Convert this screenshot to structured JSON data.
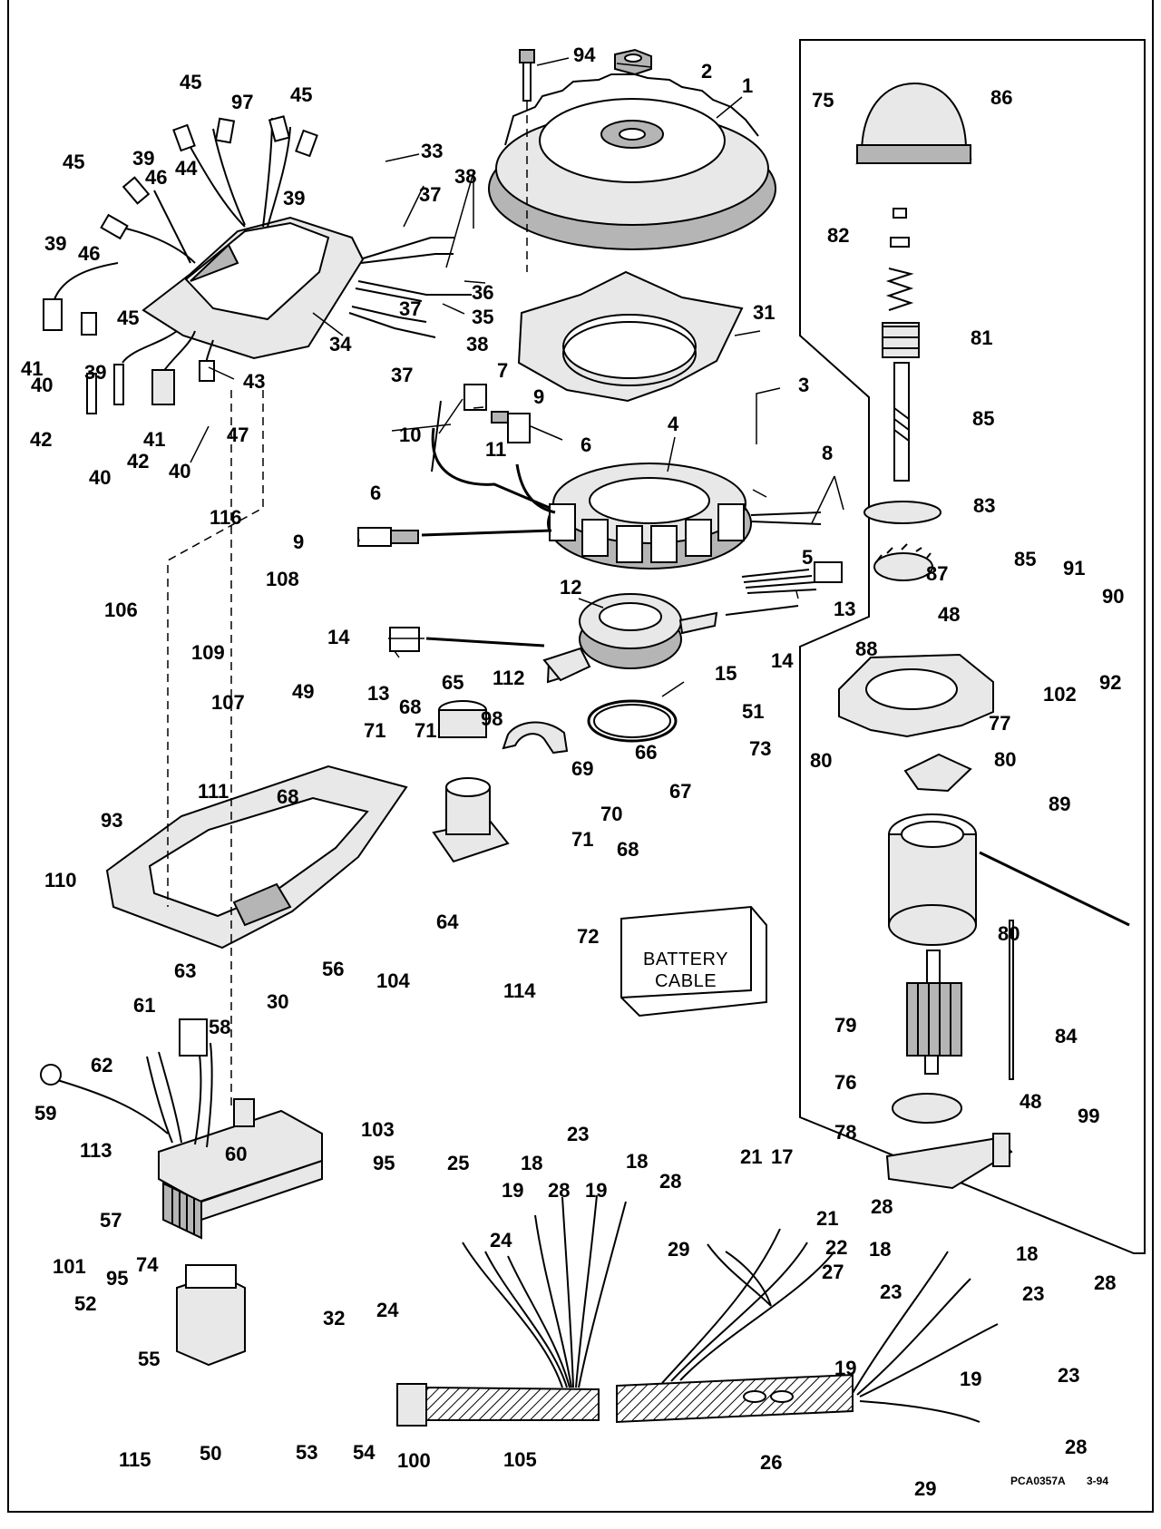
{
  "battery_cable": {
    "line1": "BATTERY",
    "line2": "CABLE"
  },
  "diagram_code": "PCA0357A",
  "date_code": "3-94",
  "callouts": [
    {
      "id": "1",
      "label": "1"
    },
    {
      "id": "2",
      "label": "2"
    },
    {
      "id": "3",
      "label": "3"
    },
    {
      "id": "4",
      "label": "4"
    },
    {
      "id": "5",
      "label": "5"
    },
    {
      "id": "6a",
      "label": "6"
    },
    {
      "id": "6b",
      "label": "6"
    },
    {
      "id": "7",
      "label": "7"
    },
    {
      "id": "8",
      "label": "8"
    },
    {
      "id": "9a",
      "label": "9"
    },
    {
      "id": "9b",
      "label": "9"
    },
    {
      "id": "10",
      "label": "10"
    },
    {
      "id": "11",
      "label": "11"
    },
    {
      "id": "12",
      "label": "12"
    },
    {
      "id": "13a",
      "label": "13"
    },
    {
      "id": "13b",
      "label": "13"
    },
    {
      "id": "14a",
      "label": "14"
    },
    {
      "id": "14b",
      "label": "14"
    },
    {
      "id": "15",
      "label": "15"
    },
    {
      "id": "17",
      "label": "17"
    },
    {
      "id": "18a",
      "label": "18"
    },
    {
      "id": "18b",
      "label": "18"
    },
    {
      "id": "18c",
      "label": "18"
    },
    {
      "id": "18d",
      "label": "18"
    },
    {
      "id": "19a",
      "label": "19"
    },
    {
      "id": "19b",
      "label": "19"
    },
    {
      "id": "19c",
      "label": "19"
    },
    {
      "id": "19d",
      "label": "19"
    },
    {
      "id": "21a",
      "label": "21"
    },
    {
      "id": "21b",
      "label": "21"
    },
    {
      "id": "22",
      "label": "22"
    },
    {
      "id": "23a",
      "label": "23"
    },
    {
      "id": "23b",
      "label": "23"
    },
    {
      "id": "23c",
      "label": "23"
    },
    {
      "id": "23d",
      "label": "23"
    },
    {
      "id": "24a",
      "label": "24"
    },
    {
      "id": "24b",
      "label": "24"
    },
    {
      "id": "25",
      "label": "25"
    },
    {
      "id": "26",
      "label": "26"
    },
    {
      "id": "27",
      "label": "27"
    },
    {
      "id": "28a",
      "label": "28"
    },
    {
      "id": "28b",
      "label": "28"
    },
    {
      "id": "28c",
      "label": "28"
    },
    {
      "id": "28d",
      "label": "28"
    },
    {
      "id": "28e",
      "label": "28"
    },
    {
      "id": "29a",
      "label": "29"
    },
    {
      "id": "29b",
      "label": "29"
    },
    {
      "id": "30",
      "label": "30"
    },
    {
      "id": "31",
      "label": "31"
    },
    {
      "id": "32",
      "label": "32"
    },
    {
      "id": "33",
      "label": "33"
    },
    {
      "id": "34",
      "label": "34"
    },
    {
      "id": "35",
      "label": "35"
    },
    {
      "id": "36",
      "label": "36"
    },
    {
      "id": "37a",
      "label": "37"
    },
    {
      "id": "37b",
      "label": "37"
    },
    {
      "id": "37c",
      "label": "37"
    },
    {
      "id": "38a",
      "label": "38"
    },
    {
      "id": "38b",
      "label": "38"
    },
    {
      "id": "39a",
      "label": "39"
    },
    {
      "id": "39b",
      "label": "39"
    },
    {
      "id": "39c",
      "label": "39"
    },
    {
      "id": "39d",
      "label": "39"
    },
    {
      "id": "40a",
      "label": "40"
    },
    {
      "id": "40b",
      "label": "40"
    },
    {
      "id": "40c",
      "label": "40"
    },
    {
      "id": "41a",
      "label": "41"
    },
    {
      "id": "41b",
      "label": "41"
    },
    {
      "id": "42a",
      "label": "42"
    },
    {
      "id": "42b",
      "label": "42"
    },
    {
      "id": "43",
      "label": "43"
    },
    {
      "id": "44",
      "label": "44"
    },
    {
      "id": "45a",
      "label": "45"
    },
    {
      "id": "45b",
      "label": "45"
    },
    {
      "id": "45c",
      "label": "45"
    },
    {
      "id": "45d",
      "label": "45"
    },
    {
      "id": "46a",
      "label": "46"
    },
    {
      "id": "46b",
      "label": "46"
    },
    {
      "id": "47",
      "label": "47"
    },
    {
      "id": "48a",
      "label": "48"
    },
    {
      "id": "48b",
      "label": "48"
    },
    {
      "id": "49",
      "label": "49"
    },
    {
      "id": "50",
      "label": "50"
    },
    {
      "id": "51",
      "label": "51"
    },
    {
      "id": "52",
      "label": "52"
    },
    {
      "id": "53",
      "label": "53"
    },
    {
      "id": "54",
      "label": "54"
    },
    {
      "id": "55",
      "label": "55"
    },
    {
      "id": "56",
      "label": "56"
    },
    {
      "id": "57",
      "label": "57"
    },
    {
      "id": "58",
      "label": "58"
    },
    {
      "id": "59",
      "label": "59"
    },
    {
      "id": "60",
      "label": "60"
    },
    {
      "id": "61",
      "label": "61"
    },
    {
      "id": "62",
      "label": "62"
    },
    {
      "id": "63",
      "label": "63"
    },
    {
      "id": "64",
      "label": "64"
    },
    {
      "id": "65",
      "label": "65"
    },
    {
      "id": "66",
      "label": "66"
    },
    {
      "id": "67",
      "label": "67"
    },
    {
      "id": "68a",
      "label": "68"
    },
    {
      "id": "68b",
      "label": "68"
    },
    {
      "id": "68c",
      "label": "68"
    },
    {
      "id": "69",
      "label": "69"
    },
    {
      "id": "70",
      "label": "70"
    },
    {
      "id": "71a",
      "label": "71"
    },
    {
      "id": "71b",
      "label": "71"
    },
    {
      "id": "71c",
      "label": "71"
    },
    {
      "id": "72",
      "label": "72"
    },
    {
      "id": "73",
      "label": "73"
    },
    {
      "id": "74",
      "label": "74"
    },
    {
      "id": "75",
      "label": "75"
    },
    {
      "id": "76",
      "label": "76"
    },
    {
      "id": "77",
      "label": "77"
    },
    {
      "id": "78",
      "label": "78"
    },
    {
      "id": "79",
      "label": "79"
    },
    {
      "id": "80a",
      "label": "80"
    },
    {
      "id": "80b",
      "label": "80"
    },
    {
      "id": "80c",
      "label": "80"
    },
    {
      "id": "81",
      "label": "81"
    },
    {
      "id": "82",
      "label": "82"
    },
    {
      "id": "83",
      "label": "83"
    },
    {
      "id": "84",
      "label": "84"
    },
    {
      "id": "85a",
      "label": "85"
    },
    {
      "id": "85b",
      "label": "85"
    },
    {
      "id": "86",
      "label": "86"
    },
    {
      "id": "87",
      "label": "87"
    },
    {
      "id": "88",
      "label": "88"
    },
    {
      "id": "89",
      "label": "89"
    },
    {
      "id": "90",
      "label": "90"
    },
    {
      "id": "91",
      "label": "91"
    },
    {
      "id": "92",
      "label": "92"
    },
    {
      "id": "93",
      "label": "93"
    },
    {
      "id": "94",
      "label": "94"
    },
    {
      "id": "95a",
      "label": "95"
    },
    {
      "id": "95b",
      "label": "95"
    },
    {
      "id": "97",
      "label": "97"
    },
    {
      "id": "98",
      "label": "98"
    },
    {
      "id": "99",
      "label": "99"
    },
    {
      "id": "100",
      "label": "100"
    },
    {
      "id": "101",
      "label": "101"
    },
    {
      "id": "102",
      "label": "102"
    },
    {
      "id": "103",
      "label": "103"
    },
    {
      "id": "104",
      "label": "104"
    },
    {
      "id": "105",
      "label": "105"
    },
    {
      "id": "106",
      "label": "106"
    },
    {
      "id": "107",
      "label": "107"
    },
    {
      "id": "108",
      "label": "108"
    },
    {
      "id": "109",
      "label": "109"
    },
    {
      "id": "110",
      "label": "110"
    },
    {
      "id": "111",
      "label": "111"
    },
    {
      "id": "112",
      "label": "112"
    },
    {
      "id": "113",
      "label": "113"
    },
    {
      "id": "114",
      "label": "114"
    },
    {
      "id": "115",
      "label": "115"
    },
    {
      "id": "116",
      "label": "116"
    }
  ]
}
